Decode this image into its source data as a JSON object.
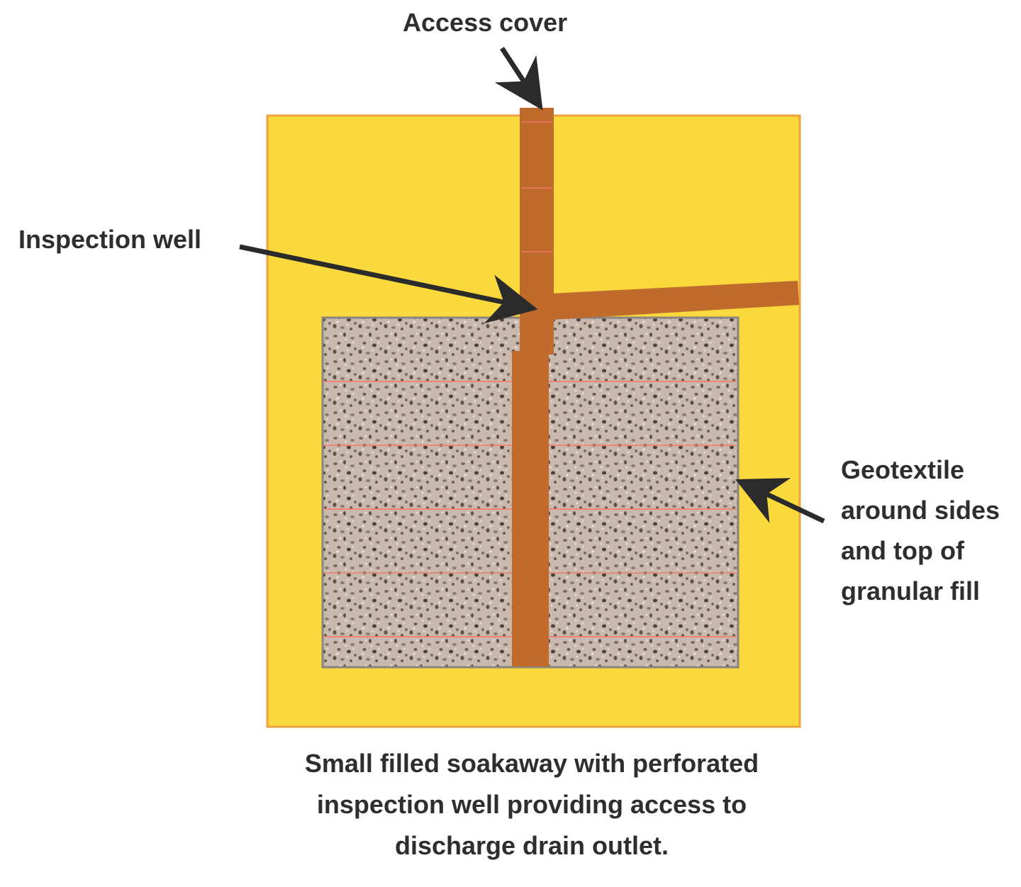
{
  "labels": {
    "access_cover": "Access cover",
    "inspection_well": "Inspection well",
    "geotextile_lines": [
      "Geotextile",
      "around sides",
      "and top of",
      "granular fill"
    ]
  },
  "caption_lines": [
    "Small filled soakaway with perforated",
    "inspection well providing access to",
    "discharge drain outlet."
  ],
  "colors": {
    "soil": "#f9d93c",
    "soil_border": "#f0a23c",
    "granular_fill": "#c2b2a8",
    "fill_border": "#8a8580",
    "pipe": "#c06a2c",
    "perforation_lines": "#f07a6a",
    "arrow": "#2b2b2b"
  }
}
